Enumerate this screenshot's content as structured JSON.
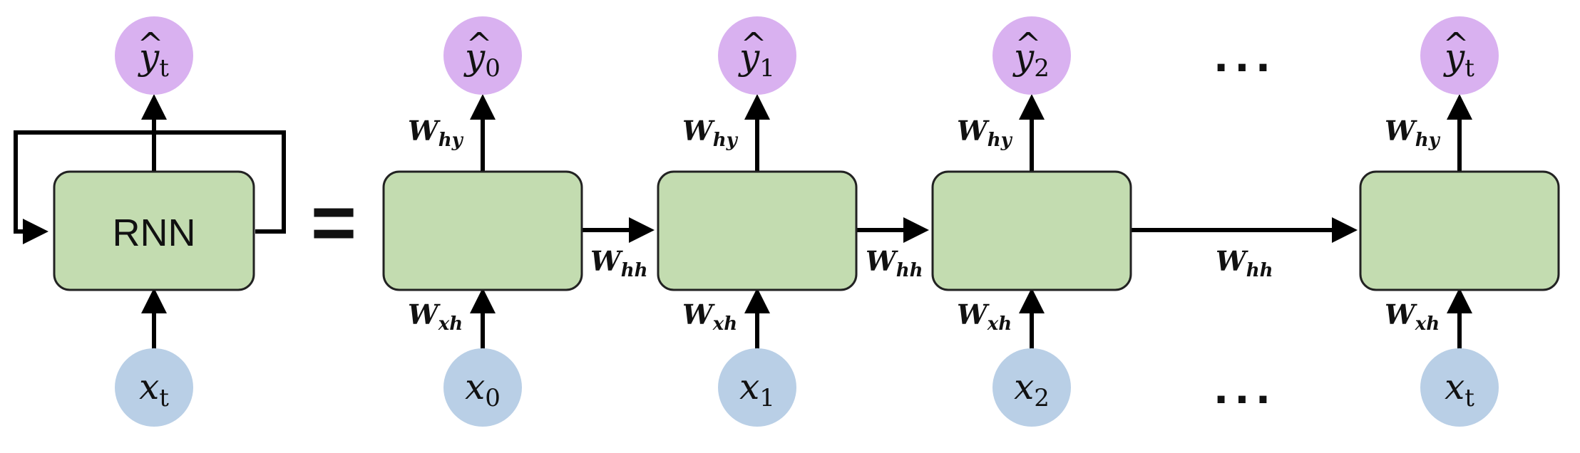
{
  "rolled": {
    "cell_label": "RNN",
    "output": {
      "base": "y",
      "hat": "^",
      "sub": "t"
    },
    "input": {
      "base": "x",
      "sub": "t"
    }
  },
  "equals_sign": "=",
  "unrolled": {
    "steps": [
      {
        "output": {
          "base": "y",
          "hat": "^",
          "sub": "0"
        },
        "input": {
          "base": "x",
          "sub": "0"
        },
        "why": {
          "base": "W",
          "sub": "hy"
        },
        "wxh": {
          "base": "W",
          "sub": "xh"
        }
      },
      {
        "output": {
          "base": "y",
          "hat": "^",
          "sub": "1"
        },
        "input": {
          "base": "x",
          "sub": "1"
        },
        "why": {
          "base": "W",
          "sub": "hy"
        },
        "wxh": {
          "base": "W",
          "sub": "xh"
        }
      },
      {
        "output": {
          "base": "y",
          "hat": "^",
          "sub": "2"
        },
        "input": {
          "base": "x",
          "sub": "2"
        },
        "why": {
          "base": "W",
          "sub": "hy"
        },
        "wxh": {
          "base": "W",
          "sub": "xh"
        }
      },
      {
        "output": {
          "base": "y",
          "hat": "^",
          "sub": "t"
        },
        "input": {
          "base": "x",
          "sub": "t"
        },
        "why": {
          "base": "W",
          "sub": "hy"
        },
        "wxh": {
          "base": "W",
          "sub": "xh"
        }
      }
    ],
    "recurrent_weights": [
      {
        "base": "W",
        "sub": "hh"
      },
      {
        "base": "W",
        "sub": "hh"
      },
      {
        "base": "W",
        "sub": "hh"
      }
    ],
    "ellipsis_top": "...",
    "ellipsis_bottom": "..."
  },
  "colors": {
    "cell_fill": "#c3dcb0",
    "output_node": "#d9b1f0",
    "input_node": "#b9cfe6",
    "arrow": "#000000"
  }
}
